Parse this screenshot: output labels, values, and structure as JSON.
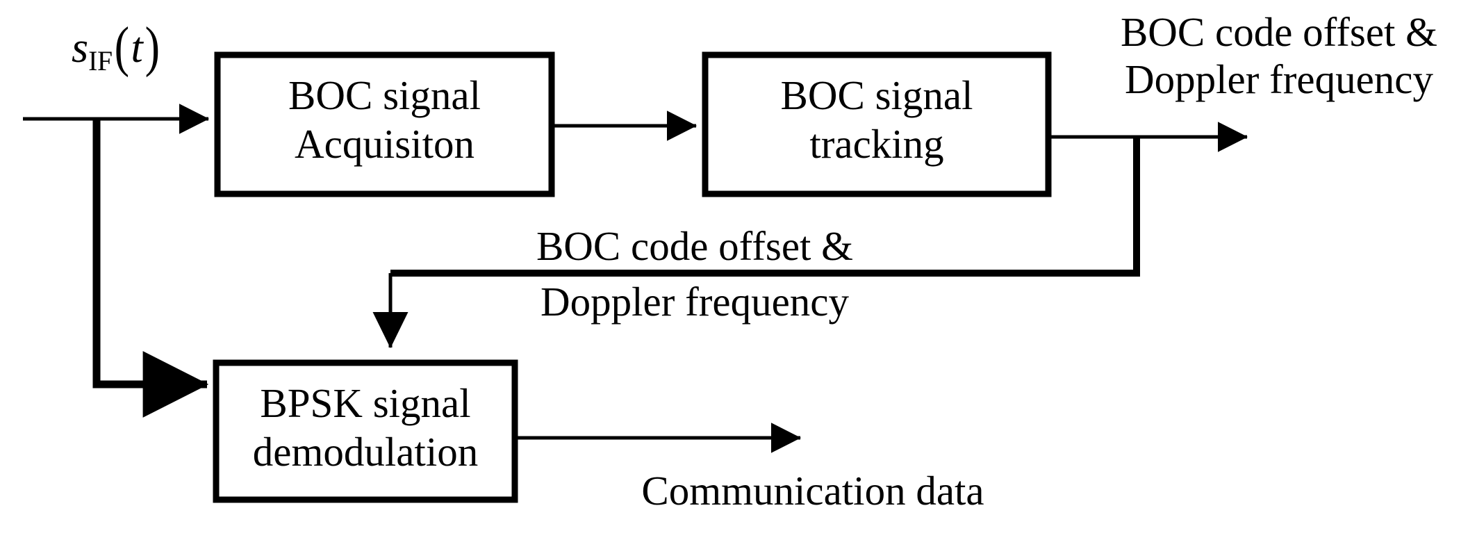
{
  "diagram": {
    "title": "BOC signal receiver processing block diagram",
    "stroke_color": "#000000",
    "background_color": "#ffffff",
    "input_signal": {
      "symbol_base": "s",
      "symbol_subscript": "IF",
      "paren_open": "(",
      "symbol_arg": "t",
      "paren_close": ")"
    },
    "blocks": [
      {
        "id": "boc-acquisition",
        "line1": "BOC signal",
        "line2": "Acquisiton"
      },
      {
        "id": "boc-tracking",
        "line1": "BOC signal",
        "line2": "tracking"
      },
      {
        "id": "bpsk-demodulation",
        "line1": "BPSK signal",
        "line2": "demodulation"
      }
    ],
    "labels": {
      "output_top_line1": "BOC code offset &",
      "output_top_line2": "Doppler frequency",
      "feedback_line1": "BOC code offset &",
      "feedback_line2": "Doppler frequency",
      "output_bottom": "Communication data"
    }
  }
}
